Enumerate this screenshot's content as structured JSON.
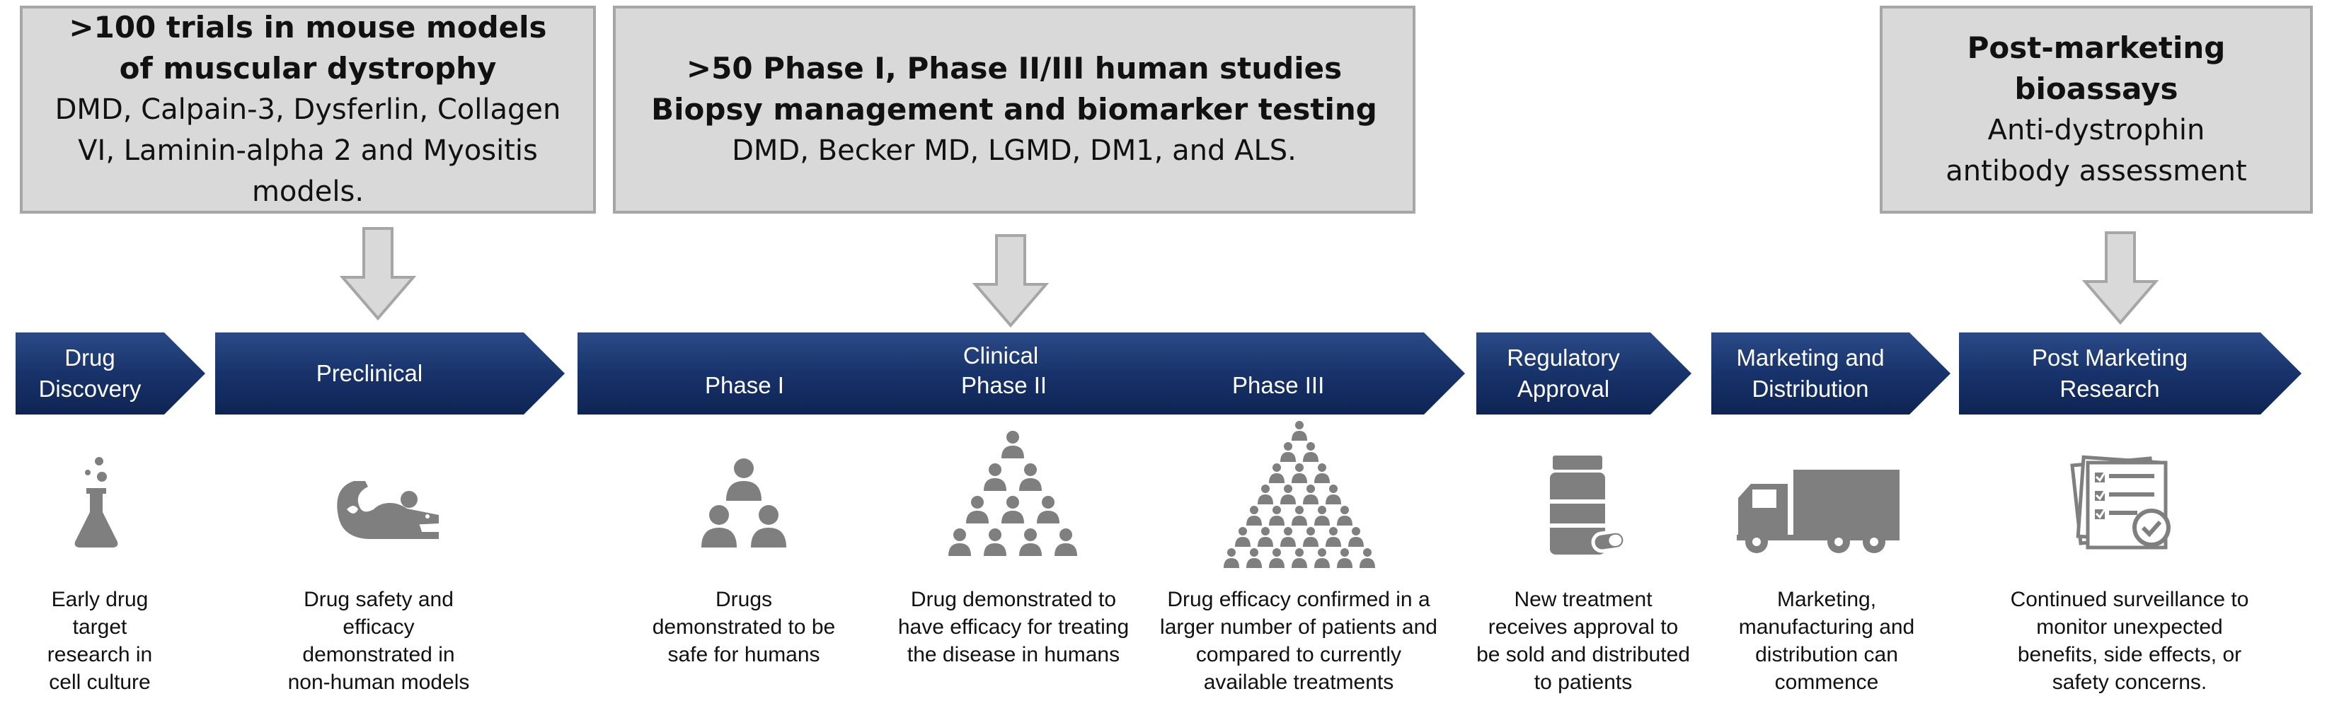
{
  "callouts": {
    "mouse": {
      "title": ">100 trials in mouse models of muscular dystrophy",
      "body": "DMD, Calpain-3, Dysferlin, Collagen VI, Laminin-alpha 2 and Myositis models."
    },
    "human": {
      "title": ">50 Phase I, Phase II/III human studies",
      "subtitle": "Biopsy management and biomarker testing",
      "body": "DMD, Becker MD, LGMD, DM1, and ALS."
    },
    "post": {
      "title": "Post-marketing bioassays",
      "body": "Anti-dystrophin antibody assessment"
    }
  },
  "stages": {
    "drug_discovery": "Drug Discovery",
    "preclinical": "Preclinical",
    "clinical": "Clinical",
    "phase1": "Phase I",
    "phase2": "Phase II",
    "phase3": "Phase III",
    "regulatory": "Regulatory Approval",
    "marketing": "Marketing and Distribution",
    "post_marketing": "Post Marketing Research"
  },
  "icons": {
    "drug_discovery": "flask-icon",
    "preclinical": "mouse-icon",
    "phase1": "people-small-group-icon",
    "phase2": "people-medium-group-icon",
    "phase3": "people-large-group-icon",
    "regulatory": "pill-bottle-icon",
    "marketing": "truck-icon",
    "post_marketing": "checklist-documents-icon"
  },
  "descriptions": {
    "drug_discovery": "Early drug target research in cell culture",
    "preclinical": "Drug safety and efficacy demonstrated in non-human models",
    "phase1": "Drugs demonstrated to be safe for humans",
    "phase2": "Drug demonstrated to have efficacy for treating the disease in humans",
    "phase3": "Drug efficacy confirmed in a larger number of patients and compared to currently available treatments",
    "regulatory": "New treatment receives approval to be sold and distributed to patients",
    "marketing": "Marketing, manufacturing and distribution can commence",
    "post_marketing": "Continued surveillance to monitor unexpected benefits, side effects, or safety concerns."
  },
  "colors": {
    "stage_fill": "#1a376f",
    "callout_fill": "#d9d9d9",
    "callout_border": "#a6a6a6",
    "icon": "#7f7f7f"
  }
}
